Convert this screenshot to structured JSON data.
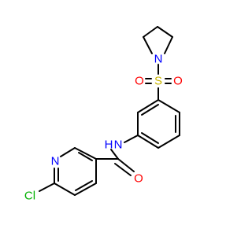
{
  "molecule": {
    "atoms": {
      "n_pyrrolidine": {
        "label": "N",
        "color": "#0000ff"
      },
      "sulfur": {
        "label": "S",
        "color": "#c8b400"
      },
      "o_sulfonyl_left": {
        "label": "O",
        "color": "#ff0000"
      },
      "o_sulfonyl_right": {
        "label": "O",
        "color": "#ff0000"
      },
      "nh_amide": {
        "label": "N",
        "h_label": "H",
        "color": "#0000ff"
      },
      "o_carbonyl": {
        "label": "O",
        "color": "#ff0000"
      },
      "n_pyridine": {
        "label": "N",
        "color": "#0000ff"
      },
      "chlorine": {
        "label": "Cl",
        "color": "#00b000"
      }
    },
    "bond_color": "#000000"
  }
}
